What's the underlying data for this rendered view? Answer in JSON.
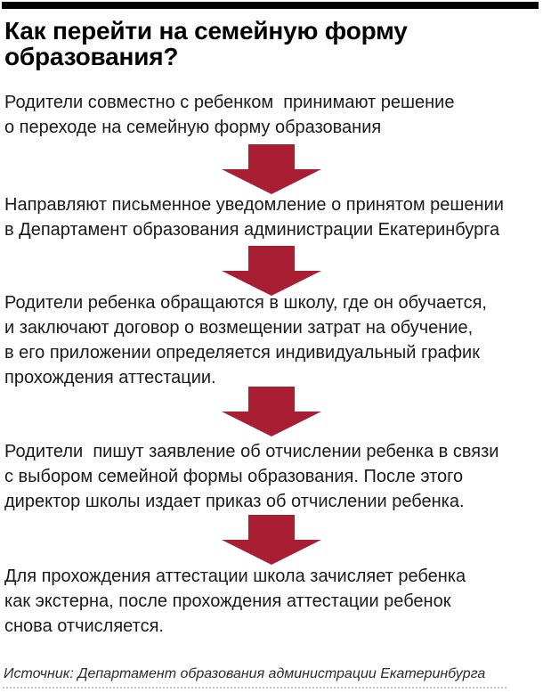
{
  "header": {
    "title_lines": [
      "Как перейти на семейную форму",
      "образования?"
    ]
  },
  "steps": [
    {
      "lines": [
        "Родители совместно с ребенком  принимают решение",
        "о переходе на семейную форму образования"
      ]
    },
    {
      "lines": [
        "Направляют письменное уведомление о принятом решении",
        "в Департамент образования администрации Екатеринбурга"
      ]
    },
    {
      "lines": [
        "Родители ребенка обращаются в школу, где он обучается,",
        "и заключают договор о возмещении затрат на обучение,",
        "в его приложении определяется индивидуальный график",
        "прохождения аттестации."
      ]
    },
    {
      "lines": [
        "Родители  пишут заявление об отчислении ребенка в связи",
        "с выбором семейной формы образования. После этого",
        "директор школы издает приказ об отчислении ребенка."
      ]
    },
    {
      "lines": [
        "Для прохождения аттестации школа зачисляет ребенка",
        "как экстерна, после прохождения аттестации ребенок",
        "снова отчисляется."
      ]
    }
  ],
  "footer": {
    "source": "Источник: Департамент образования администрации Екатеринбурга"
  },
  "icons": {
    "down_arrow_icon": "css-shape:block-arrow-down"
  },
  "colors": {
    "top_bar": "#000000",
    "arrow": "#a81e32",
    "text": "#1a1a1a",
    "source_text": "#2b2b2b",
    "dotted_line": "#c4c4c4",
    "background": "#ffffff"
  }
}
